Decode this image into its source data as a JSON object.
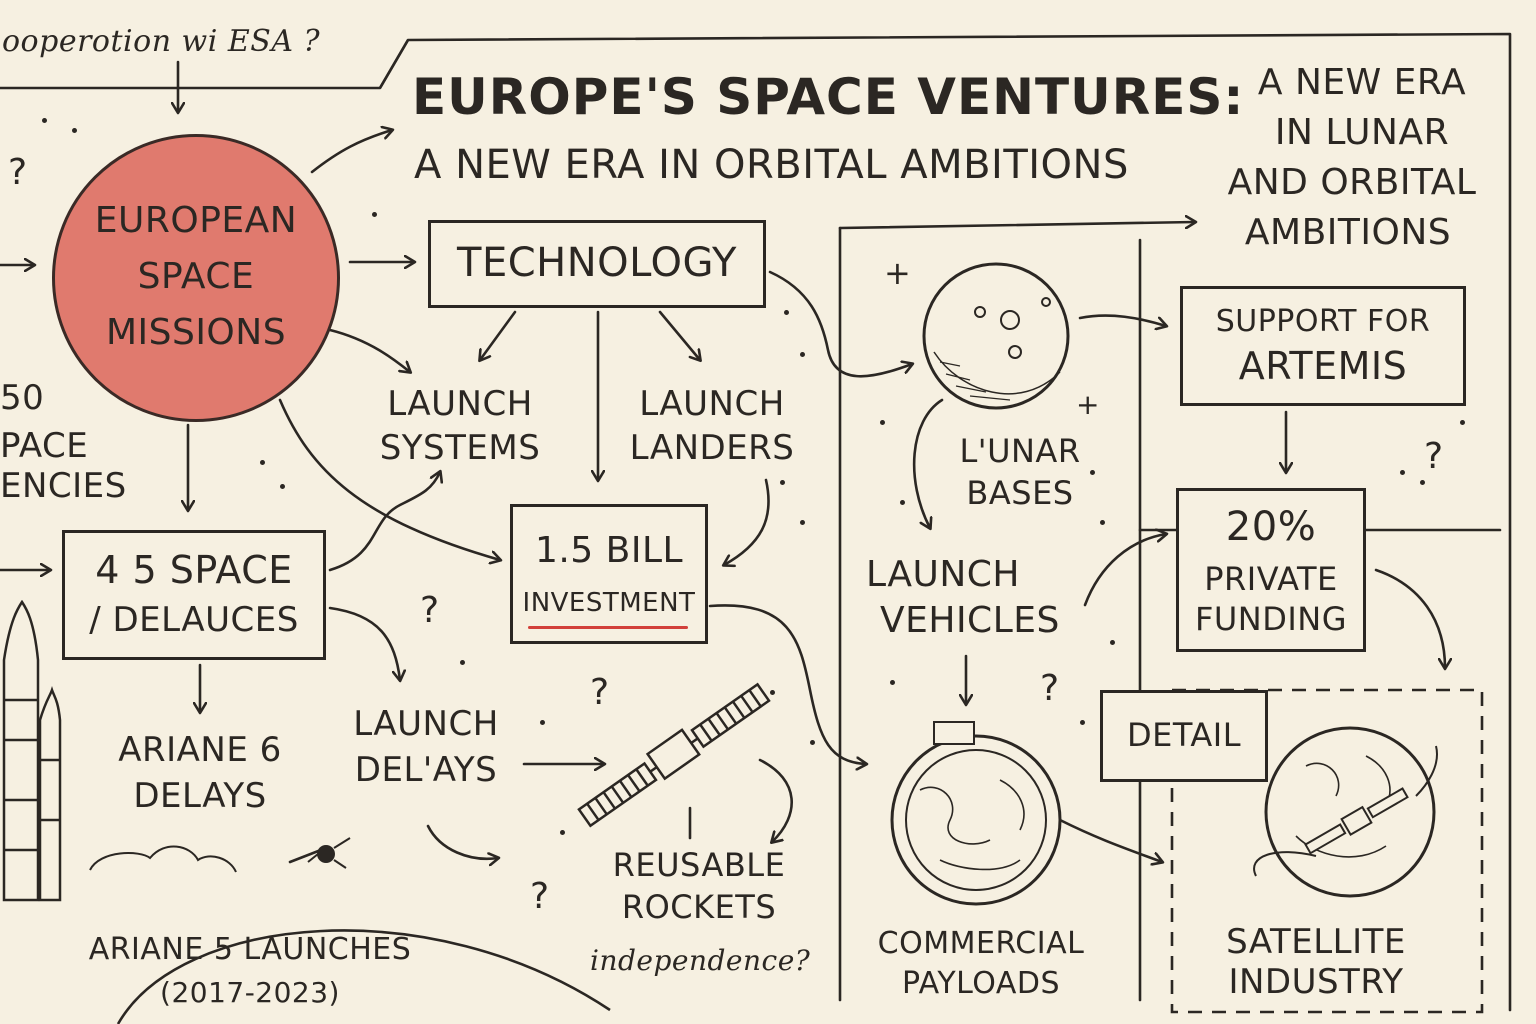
{
  "title": {
    "main": "EUROPE'S SPACE VENTURES:",
    "subtitle": "A NEW ERA IN ORBITAL AMBITIONS",
    "side_note_lines": [
      "A NEW ERA",
      "IN LUNAR",
      "AND ORBITAL",
      "AMBITIONS"
    ]
  },
  "top_note": "ooperotion wi ESA ?",
  "nodes": {
    "european_missions_lines": [
      "EUROPEAN",
      "SPACE",
      "MISSIONS"
    ],
    "agencies_lines": [
      "50",
      "PACE",
      "ENCIES"
    ],
    "technology": "TECHNOLOGY",
    "launch_systems_lines": [
      "LAUNCH",
      "SYSTEMS"
    ],
    "launch_landers_lines": [
      "LAUNCH",
      "LANDERS"
    ],
    "investment_line1": "1.5 BILL",
    "investment_line2": "INVESTMENT",
    "space_box_line1": "4 5 SPACE",
    "space_box_line2": "/ DELAUCES",
    "ariane6_lines": [
      "ARIANE 6",
      "DELAYS"
    ],
    "launch_delays_lines": [
      "LAUNCH",
      "DEL'AYS"
    ],
    "reusable_lines": [
      "REUSABLE",
      "ROCKETS"
    ],
    "independence": "independence?",
    "ariane5_line1": "ARIANE 5 LAUNCHES",
    "ariane5_line2": "(2017-2023)",
    "lunar_bases_lines": [
      "L'UNAR",
      "BASES"
    ],
    "launch_vehicles_lines": [
      "LAUNCH",
      "VEHICLES"
    ],
    "commercial_lines": [
      "COMMERCIAL",
      "PAYLOADS"
    ],
    "artemis_line1": "SUPPORT FOR",
    "artemis_line2": "ARTEMIS",
    "private_line1": "20%",
    "private_line2": "PRIVATE",
    "private_line3": "FUNDING",
    "detail": "DETAIL",
    "satellite_lines": [
      "SATELLITE",
      "INDUSTRY"
    ]
  },
  "colors": {
    "ink": "#2b2723",
    "paper": "#f6f0e1",
    "accent_red": "#e07a6e",
    "underline_red": "#d2403a"
  },
  "icons": [
    "moon-icon",
    "satellite-icon",
    "planet-icon",
    "rocket-icon",
    "globe-satellite-icon",
    "small-probe-icon"
  ]
}
